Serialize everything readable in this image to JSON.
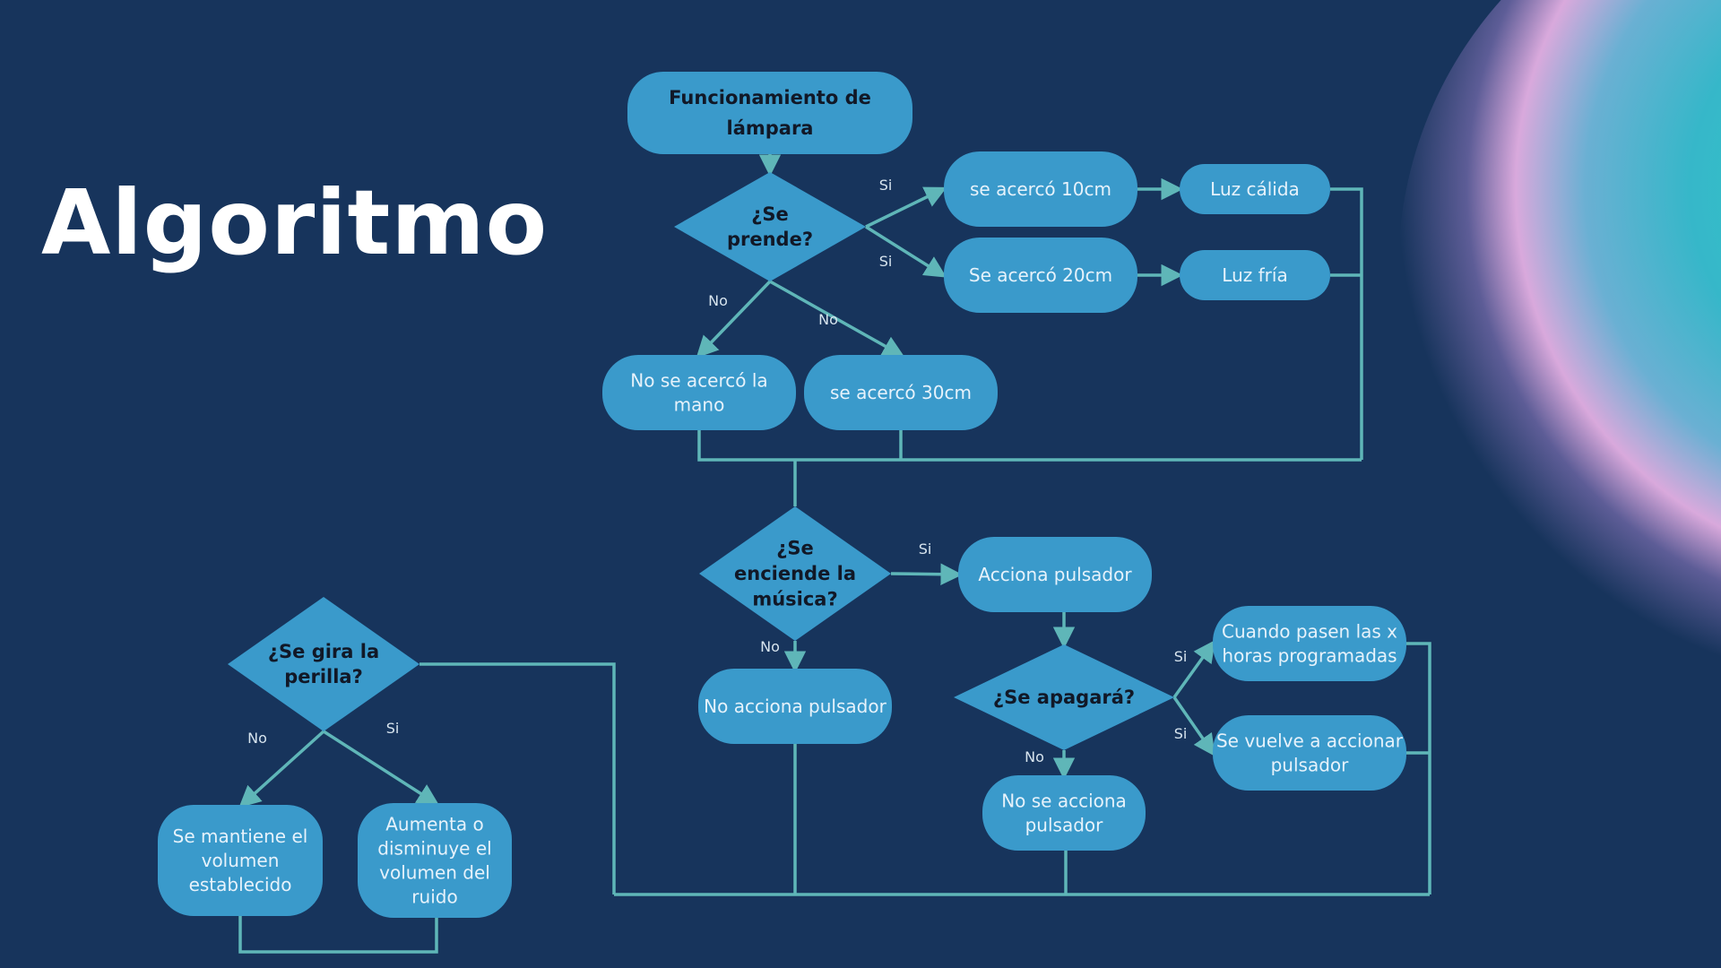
{
  "title": "Algoritmo",
  "colors": {
    "background": "#17345c",
    "node_fill": "#3a9acb",
    "line": "#5fb6b8",
    "title": "#ffffff"
  },
  "nodes": {
    "start": [
      "Funcionamiento de",
      "lámpara"
    ],
    "q_prende": [
      "¿Se",
      "prende?"
    ],
    "acerco10": [
      "se acercó 10cm"
    ],
    "acerco20": [
      "Se acercó 20cm"
    ],
    "luz_calida": [
      "Luz cálida"
    ],
    "luz_fria": [
      "Luz fría"
    ],
    "no_acerco": [
      "No se acercó la",
      "mano"
    ],
    "acerco30": [
      "se acercó 30cm"
    ],
    "q_musica": [
      "¿Se",
      "enciende la",
      "música?"
    ],
    "acciona": [
      "Accion​a pulsador"
    ],
    "no_acciona": [
      "No acciona pulsador"
    ],
    "q_apagara": [
      "¿Se apagará?"
    ],
    "horas": [
      "Cuando pasen las x",
      "horas programadas"
    ],
    "vuelve": [
      "Se vuelve a accionar",
      "pulsador"
    ],
    "no_se_acciona": [
      "No se acciona",
      "pulsador"
    ],
    "q_perilla": [
      "¿Se gira la",
      "perilla?"
    ],
    "mantiene": [
      "Se mantiene el",
      "volumen",
      "establecido"
    ],
    "aumenta": [
      "Aumenta o",
      "disminuye el",
      "volumen del",
      "ruido"
    ]
  },
  "edge_labels": {
    "si_10": "Si",
    "si_20": "Si",
    "no_mano": "No",
    "no_30": "No",
    "si_musica": "Si",
    "no_musica": "No",
    "si_horas": "Si",
    "si_vuelve": "Si",
    "no_apagara": "No",
    "no_perilla": "No",
    "si_perilla": "Si"
  }
}
